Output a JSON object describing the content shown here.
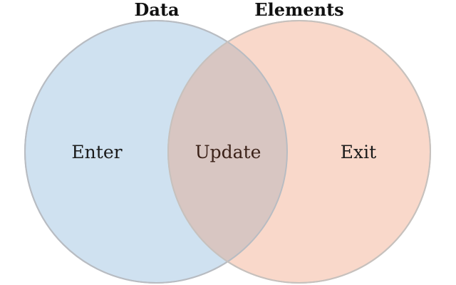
{
  "sets": {
    "left": {
      "title": "Data",
      "fill": "#cfe1f0",
      "stroke": "#b8bcc2"
    },
    "right": {
      "title": "Elements",
      "fill": "#f9d8ca",
      "stroke": "#c7c1bd"
    }
  },
  "regions": {
    "left_only": "Enter",
    "intersection": "Update",
    "right_only": "Exit"
  },
  "colors": {
    "intersection_fill": "#d8c6c2",
    "background": "#ffffff"
  }
}
